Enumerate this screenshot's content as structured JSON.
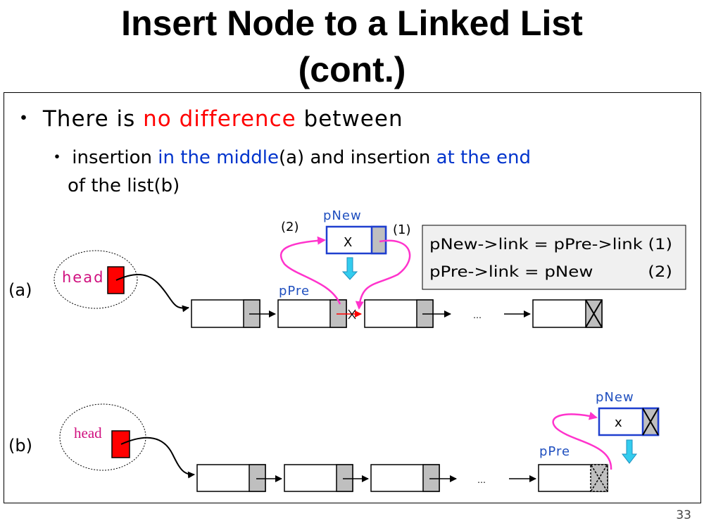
{
  "slide": {
    "title_line1": "Insert Node to a Linked List",
    "title_line2": "(cont.)",
    "page_number": "33"
  },
  "bullets": {
    "b1_dot": "・",
    "b1_pre": " There is ",
    "b1_red": "no difference",
    "b1_post": " between",
    "b2_dot": "・",
    "b2_pre": " insertion ",
    "b2_blue1": "in the middle",
    "b2_mid": "(a) and insertion ",
    "b2_blue2": "at the end",
    "b3_text": "of the list(b)"
  },
  "diagram": {
    "label_a": "(a)",
    "label_b": "(b)",
    "head_a": "head",
    "head_b": "head",
    "pnew_a": "pNew",
    "pnew_b": "pNew",
    "ppre_a": "pPre",
    "ppre_b": "pPre",
    "step2": "(2)",
    "step1": "(1)",
    "node_value_a": "X",
    "node_value_b": "x",
    "ellipsis_a": "…",
    "ellipsis_b": "…",
    "code_line1": "pNew->link = pPre->link  (1)",
    "code_line2": "pPre->link = pNew          (2)"
  },
  "colors": {
    "head_text": "#d0107f",
    "pointer_label": "#1f4fbf",
    "loop_arrow": "#ff33cc",
    "head_box": "#ff0000",
    "link_cell": "#bfbfbf",
    "new_node_border": "#1f3fcf",
    "down_arrow": "#33ccee",
    "code_box_bg": "#f0f0f0"
  }
}
